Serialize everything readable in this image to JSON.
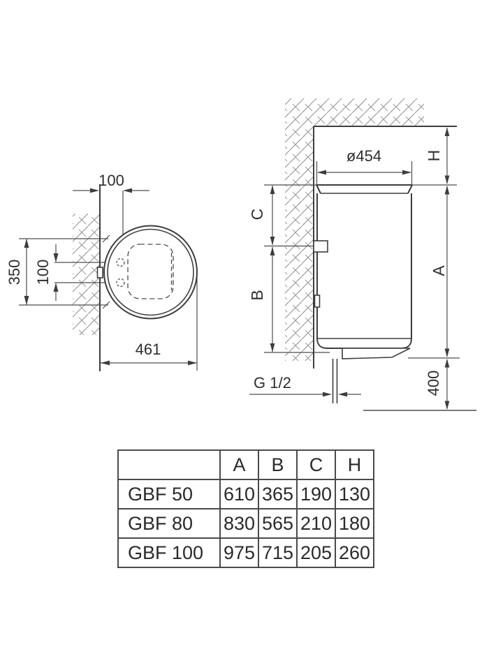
{
  "top_view": {
    "wall_offset": "100",
    "hole_spacing": "100",
    "vertical_span": "350",
    "depth": "461"
  },
  "side_view": {
    "diameter": "ø454",
    "dim_h": "H",
    "dim_c": "C",
    "dim_b": "B",
    "dim_a": "A",
    "floor_clearance": "400",
    "pipe_thread": "G 1/2"
  },
  "table": {
    "corner_label": "",
    "columns": [
      "A",
      "B",
      "C",
      "H"
    ],
    "rows": [
      {
        "model": "GBF 50",
        "values": [
          "610",
          "365",
          "190",
          "130"
        ]
      },
      {
        "model": "GBF 80",
        "values": [
          "830",
          "565",
          "210",
          "180"
        ]
      },
      {
        "model": "GBF 100",
        "values": [
          "975",
          "715",
          "205",
          "260"
        ]
      }
    ]
  },
  "colors": {
    "line": "#3d3d3d",
    "thin_line": "#4d4d4d",
    "hatch": "#8c8c8c",
    "text": "#2e2e2e",
    "background": "#ffffff"
  }
}
